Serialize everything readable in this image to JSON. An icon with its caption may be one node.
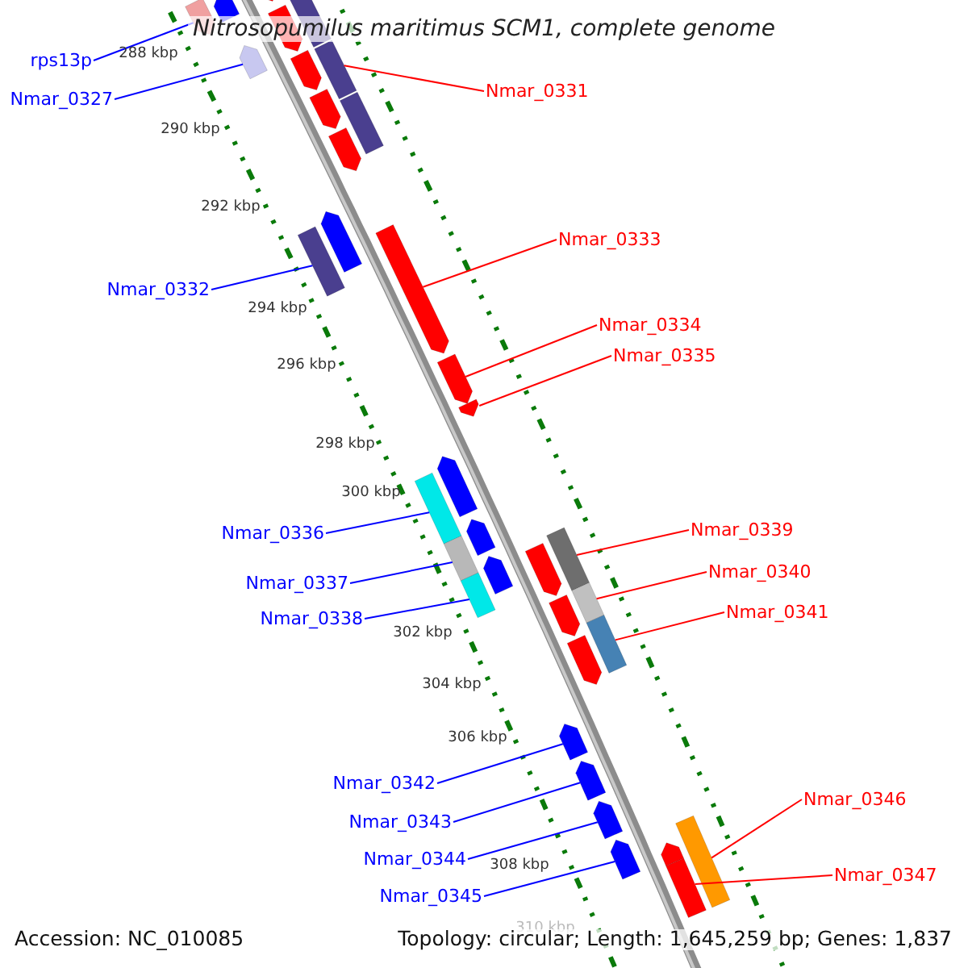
{
  "diagram": {
    "title": "Nitrosopumilus maritimus SCM1, complete genome",
    "nodes": [
      {
        "text": [
          "rps13p"
        ]
      },
      {
        "text": [
          "Nmar_0327"
        ]
      },
      {
        "text": [
          "Nmar_0331"
        ]
      },
      {
        "text": [
          "Nmar_0332"
        ]
      },
      {
        "text": [
          "Nmar_0333"
        ]
      },
      {
        "text": [
          "Nmar_0334"
        ]
      },
      {
        "text": [
          "Nmar_0335"
        ]
      },
      {
        "text": [
          "Nmar_0336"
        ]
      },
      {
        "text": [
          "Nmar_0337"
        ]
      },
      {
        "text": [
          "Nmar_0338"
        ]
      },
      {
        "text": [
          "Nmar_0339"
        ]
      },
      {
        "text": [
          "Nmar_0340"
        ]
      },
      {
        "text": [
          "Nmar_0341"
        ]
      },
      {
        "text": [
          "Nmar_0342"
        ]
      },
      {
        "text": [
          "Nmar_0343"
        ]
      },
      {
        "text": [
          "Nmar_0344"
        ]
      },
      {
        "text": [
          "Nmar_0345"
        ]
      },
      {
        "text": [
          "Nmar_0346"
        ]
      },
      {
        "text": [
          "Nmar_0347"
        ]
      },
      {
        "text": [],
        "shape": "bar"
      },
      {
        "text": [],
        "shape": "bar"
      },
      {
        "text": [],
        "shape": "bar"
      },
      {
        "text": [],
        "shape": "bar"
      },
      {
        "text": [],
        "shape": "bar"
      },
      {
        "text": [],
        "shape": "bar"
      },
      {
        "text": [],
        "shape": "bar"
      },
      {
        "text": [],
        "shape": "bar"
      },
      {
        "text": [],
        "shape": "bar"
      },
      {
        "text": [],
        "shape": "bar"
      },
      {
        "text": [],
        "shape": "bar"
      },
      {
        "text": [],
        "shape": "bar"
      },
      {
        "text": [],
        "shape": "bar"
      },
      {
        "text": [],
        "shape": "bar"
      },
      {
        "text": [],
        "shape": "bar"
      },
      {
        "text": [],
        "shape": "bar"
      },
      {
        "text": [],
        "shape": "bar"
      },
      {
        "text": [],
        "shape": "bar"
      },
      {
        "text": [],
        "shape": "bar"
      },
      {
        "text": [],
        "shape": "bar"
      },
      {
        "text": [],
        "shape": "bar"
      },
      {
        "text": [],
        "shape": "bar"
      },
      {
        "text": [],
        "shape": "bar"
      },
      {
        "text": [],
        "shape": "bar"
      },
      {
        "text": [],
        "shape": "bar"
      },
      {
        "text": [],
        "shape": "bar"
      },
      {
        "text": [],
        "shape": "bar"
      },
      {
        "text": [],
        "shape": "bar"
      },
      {
        "text": [],
        "shape": "bar"
      },
      {
        "text": [],
        "shape": "bar"
      },
      {
        "text": [],
        "shape": "bar"
      },
      {
        "text": [],
        "shape": "bar"
      },
      {
        "text": [],
        "shape": "bar"
      },
      {
        "text": [],
        "shape": "bar"
      },
      {
        "text": [],
        "shape": "bar"
      }
    ],
    "edges": [
      {
        "from": 0,
        "to": 19,
        "arrow": "none"
      },
      {
        "from": 1,
        "to": 24,
        "arrow": "none"
      },
      {
        "from": 2,
        "to": 26,
        "arrow": "none",
        "color": "#ff0000"
      },
      {
        "from": 3,
        "to": 31,
        "arrow": "none"
      },
      {
        "from": 4,
        "to": 32,
        "arrow": "none",
        "color": "#ff0000"
      },
      {
        "from": 5,
        "to": 33,
        "arrow": "none",
        "color": "#ff0000"
      },
      {
        "from": 6,
        "to": 34,
        "arrow": "none",
        "color": "#ff0000"
      },
      {
        "from": 7,
        "to": 36,
        "arrow": "none"
      },
      {
        "from": 8,
        "to": 38,
        "arrow": "none"
      },
      {
        "from": 9,
        "to": 41,
        "arrow": "none"
      },
      {
        "from": 10,
        "to": 40,
        "arrow": "none",
        "color": "#ff0000"
      },
      {
        "from": 11,
        "to": 43,
        "arrow": "none",
        "color": "#ff0000"
      },
      {
        "from": 12,
        "to": 45,
        "arrow": "none",
        "color": "#ff0000"
      },
      {
        "from": 13,
        "to": 47,
        "arrow": "none"
      },
      {
        "from": 14,
        "to": 48,
        "arrow": "none"
      },
      {
        "from": 15,
        "to": 49,
        "arrow": "none"
      },
      {
        "from": 16,
        "to": 50,
        "arrow": "none"
      },
      {
        "from": 17,
        "to": 51,
        "arrow": "none",
        "color": "#ff0000"
      },
      {
        "from": 18,
        "to": 53,
        "arrow": "none",
        "color": "#ff0000"
      }
    ],
    "labels": [
      "288 kbp",
      "290 kbp",
      "292 kbp",
      "294 kbp",
      "296 kbp",
      "298 kbp",
      "300 kbp",
      "302 kbp",
      "304 kbp",
      "306 kbp",
      "308 kbp",
      "310 kbp",
      "Accession: NC_010085",
      "Topology: circular; Length: 1,645,259 bp; Genes: 1,837"
    ]
  }
}
